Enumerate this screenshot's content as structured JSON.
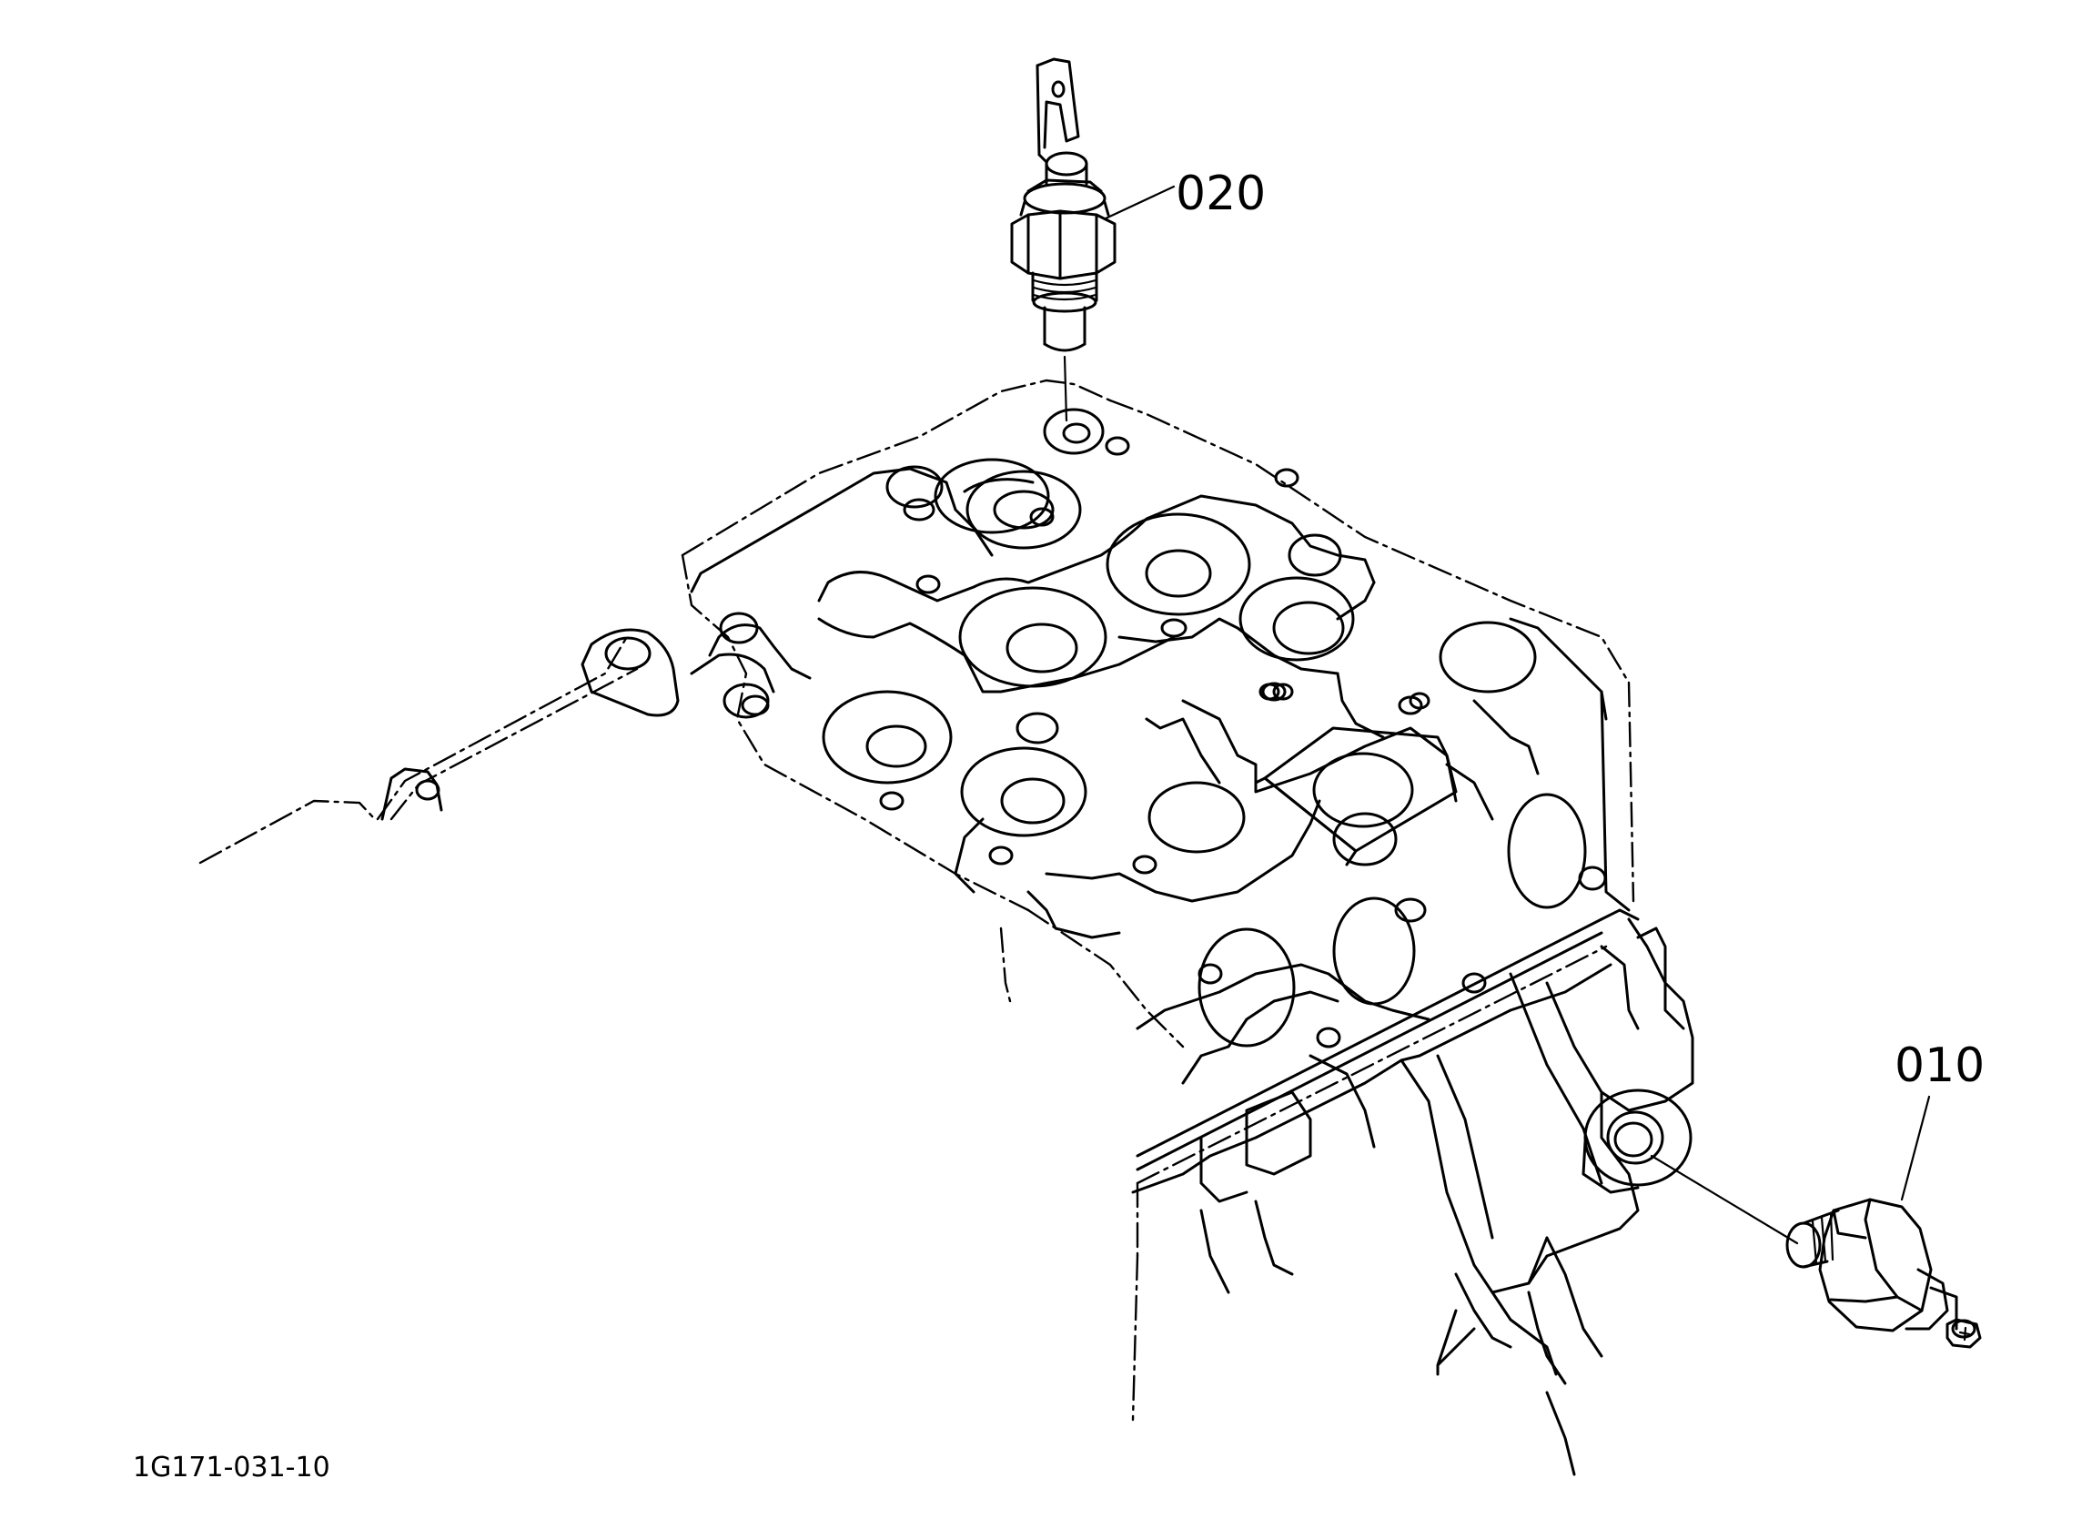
{
  "labels": {
    "part_020": "020",
    "part_010": "010"
  },
  "drawing_number": "1G171-031-10"
}
